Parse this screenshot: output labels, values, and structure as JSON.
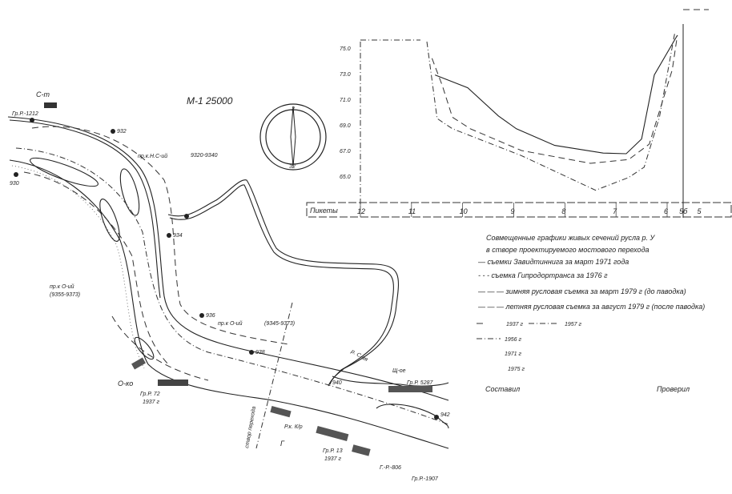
{
  "map": {
    "scale": "М-1 25000",
    "labels": {
      "s_m": "С-т",
      "gr_top": "Гр.Р.-1212",
      "p932": "932",
      "p930": "930",
      "crossing_top": "пр.к.Н.С-ий",
      "km_top": "9320-9340",
      "p934": "934",
      "crossing_left": "пр.к О-ий",
      "km_left": "(9355-9373)",
      "p936": "936",
      "crossing_mid": "пр.к О-ий",
      "km_mid": "(9345-9373)",
      "p938": "938",
      "o_ko": "О-ко",
      "gr_left": "Гр.Р. 72",
      "gr_left_year": "1937 г",
      "r_s": "р. С-ая",
      "sh_e": "Щ-ое",
      "gr_right": "Гр.Р. 5287",
      "p940": "940",
      "p942": "942",
      "rk": "Р.к. К/р",
      "g": "Г",
      "gr_bottom": "Гр.Р. 13",
      "gr_bottom_year": "1937 г",
      "gr_bottom2": "Г.-Р.-806",
      "gr_bottom3": "Гр.Р.-1907",
      "section_label": "створ перехода",
      "compass_n": "2",
      "compass_s": "32"
    }
  },
  "legend": {
    "title_lines": [
      "Совмещенные графики живых сечений русла р. У",
      "в створе проектируемого мостового перехода"
    ],
    "items": [
      "— съемки Завидтиннига за март 1971 года",
      "- - - съемка Гипродортранса за 1976 г",
      "— — — зимняя русловая съемка за март 1979 г (до паводка)",
      "— — — летняя русловая съемка за август 1979 г (после паводка)"
    ],
    "years": [
      "1937 г",
      "1957 г",
      "1956 г",
      "1971 г",
      "1975 г"
    ],
    "signed_left": "Составил",
    "signed_right": "Проверил"
  },
  "chart_data": {
    "type": "line",
    "title": "Совмещенные графики живых сечений русла",
    "xlabel": "Пикеты",
    "x_ticks": [
      "12",
      "11",
      "10",
      "9",
      "8",
      "7",
      "6",
      "5б",
      "5"
    ],
    "y_ticks": [
      "75.0",
      "73.0",
      "71.0",
      "69.0",
      "67.0",
      "65.0"
    ],
    "xlim": [
      12,
      5
    ],
    "ylim": [
      63,
      76.5
    ],
    "series": [
      {
        "name": "съемка 1971 г",
        "style": "solid",
        "x": [
          10.54,
          9.9,
          9.3,
          8.95,
          8.2,
          7.25,
          6.8,
          6.5,
          6.25,
          5.8
        ],
        "y": [
          72.9,
          71.9,
          69.7,
          68.7,
          67.4,
          66.8,
          66.75,
          67.9,
          72.9,
          76.0
        ]
      },
      {
        "name": "съемка 1976 г",
        "style": "dashed",
        "x": [
          10.6,
          10.4,
          10.2,
          9.85,
          8.85,
          7.5,
          6.75,
          6.35,
          5.9,
          5.8
        ],
        "y": [
          74.2,
          72.1,
          69.6,
          68.7,
          67.0,
          66.0,
          66.3,
          67.5,
          73.3,
          76.0
        ]
      },
      {
        "name": "съемка 1979 г",
        "style": "dashdot",
        "x": [
          10.7,
          10.5,
          10.2,
          8.85,
          7.4,
          6.75,
          6.45,
          6.15,
          5.85
        ],
        "y": [
          75.5,
          69.5,
          68.7,
          66.6,
          63.9,
          64.9,
          65.7,
          69.6,
          76.2
        ]
      }
    ]
  }
}
